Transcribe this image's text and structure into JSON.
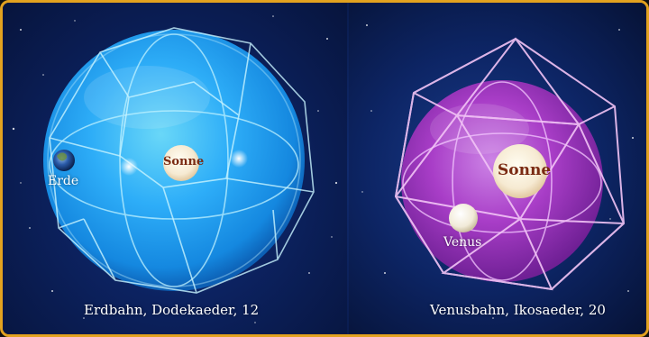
{
  "left_panel": {
    "sun_label": "Sonne",
    "planet_label": "Erde",
    "caption": "Erdbahn, Dodekaeder, 12",
    "sphere_color": "#2fb4ff"
  },
  "right_panel": {
    "sun_label": "Sonne",
    "planet_label": "Venus",
    "caption": "Venusbahn, Ikosaeder, 20",
    "sphere_color": "#c03ad0"
  },
  "frame_color": "#e3a21f"
}
